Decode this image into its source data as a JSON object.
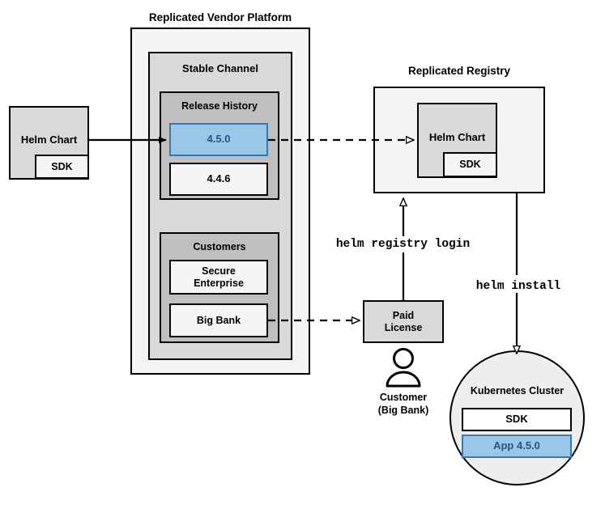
{
  "diagram": {
    "title_vendor_platform": "Replicated Vendor Platform",
    "title_registry": "Replicated Registry",
    "stable_channel": "Stable Channel",
    "release_history": "Release History",
    "customers": "Customers",
    "releases": [
      {
        "version": "4.5.0",
        "highlighted": true
      },
      {
        "version": "4.4.6",
        "highlighted": false
      }
    ],
    "customer_list": [
      {
        "name": "Secure\nEnterprise"
      },
      {
        "name": "Big Bank"
      }
    ],
    "source_chart": {
      "label": "Helm Chart",
      "sdk_label": "SDK"
    },
    "registry_chart": {
      "label": "Helm Chart",
      "sdk_label": "SDK"
    },
    "paid_license": "Paid\nLicense",
    "customer_actor": {
      "line1": "Customer",
      "line2": "(Big Bank)",
      "icon": "person-icon"
    },
    "commands": {
      "registry_login": "helm registry login",
      "install": "helm install"
    },
    "cluster": {
      "title": "Kubernetes Cluster",
      "items": [
        {
          "label": "SDK",
          "highlighted": false
        },
        {
          "label": "App 4.5.0",
          "highlighted": true
        }
      ]
    },
    "colors": {
      "highlight_fill": "#9ac7e8",
      "highlight_stroke": "#3a78ab",
      "highlight_text": "#21567f",
      "outer_fill": "#f5f5f5",
      "mid_fill": "#d9d9d9",
      "inner_fill": "#bfbfbf",
      "stroke": "#000000"
    }
  }
}
